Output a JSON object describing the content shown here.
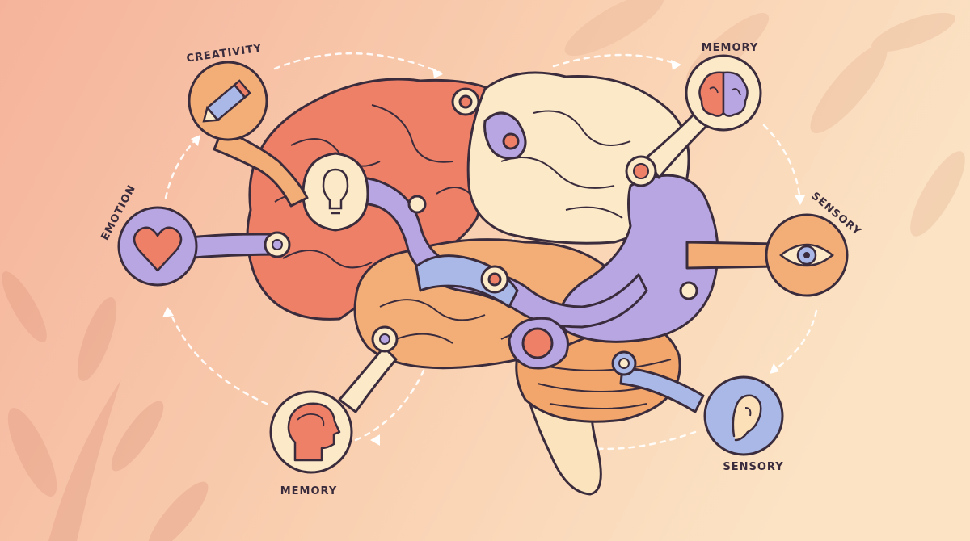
{
  "labels": {
    "creativity": "CREATIVITY",
    "emotion": "EMOTION",
    "memory_top": "MEMORY",
    "memory_bottom": "MEMORY",
    "sensory_right": "SENSORY",
    "sensory_bottom": "SENSORY"
  },
  "icons": {
    "creativity": "pencil-icon",
    "emotion": "heart-icon",
    "memory_top": "brain-icon",
    "memory_bottom": "head-brain-icon",
    "sensory_right": "eye-icon",
    "sensory_bottom": "ear-icon",
    "center": "lightbulb-icon"
  },
  "colors": {
    "background_left": "#f6b8a0",
    "background_right": "#fbe2c2",
    "outline": "#3a2c3c",
    "coral": "#ee8068",
    "orange": "#f3ae78",
    "cream": "#fbe9c8",
    "lavender": "#b7a6e2",
    "blue": "#a9b8e6"
  }
}
